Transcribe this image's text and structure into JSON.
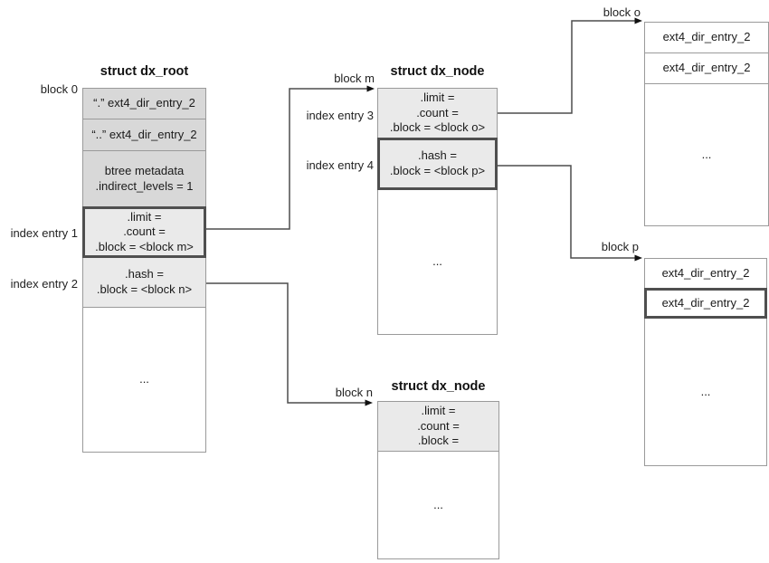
{
  "dx_root": {
    "title": "struct dx_root",
    "cells": [
      "“.” ext4_dir_entry_2",
      "“..” ext4_dir_entry_2",
      "btree metadata\n.indirect_levels = 1",
      ".limit =\n.count =\n.block = <block m>",
      ".hash =\n.block = <block n>",
      "..."
    ]
  },
  "dx_node_m": {
    "title": "struct dx_node",
    "cells": [
      ".limit =\n.count =\n.block = <block o>",
      ".hash =\n.block = <block p>",
      "..."
    ]
  },
  "dx_node_n": {
    "title": "struct dx_node",
    "cells": [
      ".limit =\n.count =\n.block =",
      "..."
    ]
  },
  "block_o": {
    "cells": [
      "ext4_dir_entry_2",
      "ext4_dir_entry_2",
      "..."
    ]
  },
  "block_p": {
    "cells": [
      "ext4_dir_entry_2",
      "ext4_dir_entry_2",
      "..."
    ]
  },
  "side_labels": {
    "block0": "block 0",
    "index_entry_1": "index entry 1",
    "index_entry_2": "index entry 2",
    "index_entry_3": "index entry 3",
    "index_entry_4": "index entry 4"
  },
  "arrow_labels": {
    "block_m": "block m",
    "block_n": "block n",
    "block_o": "block o",
    "block_p": "block p"
  },
  "colors": {
    "cell_dark": "#d8d8d8",
    "cell_light": "#eaeaea",
    "highlight_border": "#4f4f4f",
    "thin_border": "#9a9a9a",
    "wire": "#4d4d4d"
  }
}
